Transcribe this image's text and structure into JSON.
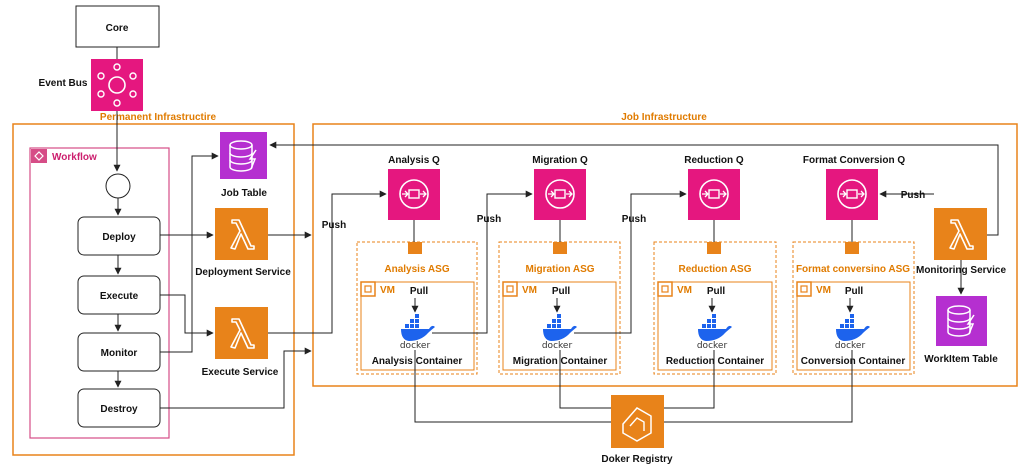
{
  "colors": {
    "orange": "#e8831a",
    "pink": "#e5177f",
    "purple": "#b52fd0",
    "workflow_border": "#d64d87",
    "label_orange": "#e07b00"
  },
  "core": {
    "label": "Core"
  },
  "event_bus": {
    "label": "Event Bus",
    "icon": "event-bus-icon"
  },
  "permanent_infra": {
    "label": "Permanent Infrastructire"
  },
  "job_infra": {
    "label": "Job Infrastructure"
  },
  "workflow": {
    "label": "Workflow",
    "steps": [
      "Deploy",
      "Execute",
      "Monitor",
      "Destroy"
    ]
  },
  "job_table": {
    "label": "Job Table",
    "icon": "database-icon"
  },
  "deployment_service": {
    "label": "Deployment Service",
    "icon": "lambda-icon"
  },
  "execute_service": {
    "label": "Execute Service",
    "icon": "lambda-icon"
  },
  "monitoring_service": {
    "label": "Monitoring Service",
    "icon": "lambda-icon"
  },
  "workitem_table": {
    "label": "WorkItem Table",
    "icon": "database-icon"
  },
  "registry": {
    "label": "Doker Registry",
    "icon": "registry-icon"
  },
  "queues": [
    {
      "label": "Analysis Q"
    },
    {
      "label": "Migration Q"
    },
    {
      "label": "Reduction Q"
    },
    {
      "label": "Format Conversion Q"
    }
  ],
  "asgs": [
    {
      "label": "Analysis ASG"
    },
    {
      "label": "Migration ASG"
    },
    {
      "label": "Reduction ASG"
    },
    {
      "label": "Format conversino ASG"
    }
  ],
  "vm_label": "VM",
  "pull_label": "Pull",
  "docker_label": "docker",
  "containers": [
    {
      "label": "Analysis Container"
    },
    {
      "label": "Migration Container"
    },
    {
      "label": "Reduction Container"
    },
    {
      "label": "Conversion Container"
    }
  ],
  "push_label": "Push"
}
